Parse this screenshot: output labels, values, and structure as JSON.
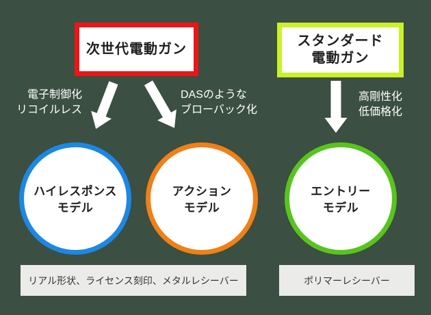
{
  "diagram": {
    "background_color": "#3b4f42",
    "arrow_color": "#ffffff",
    "top_boxes": {
      "nextgen": {
        "lines": [
          "次世代電動ガン"
        ],
        "border_color": "#ed1515"
      },
      "standard": {
        "lines": [
          "スタンダード",
          "電動ガン"
        ],
        "border_color": "#c8f228"
      }
    },
    "arrow_labels": {
      "electronic": {
        "lines": [
          "電子制御化",
          "リコイルレス"
        ]
      },
      "blowback": {
        "lines": [
          "DASのような",
          "ブローバック化"
        ]
      },
      "rigidity": {
        "lines": [
          "高剛性化",
          "低価格化"
        ]
      }
    },
    "circles": {
      "highresponse": {
        "lines": [
          "ハイレスポンス",
          "モデル"
        ],
        "border_color": "#1d87e4"
      },
      "action": {
        "lines": [
          "アクション",
          "モデル"
        ],
        "border_color": "#f08018"
      },
      "entry": {
        "lines": [
          "エントリー",
          "モデル"
        ],
        "border_color": "#58c41e"
      }
    },
    "bottom_boxes": {
      "nextgen_features": {
        "text": "リアル形状、ライセンス刻印、メタルレシーバー"
      },
      "standard_features": {
        "text": "ポリマーレシーバー"
      }
    }
  }
}
